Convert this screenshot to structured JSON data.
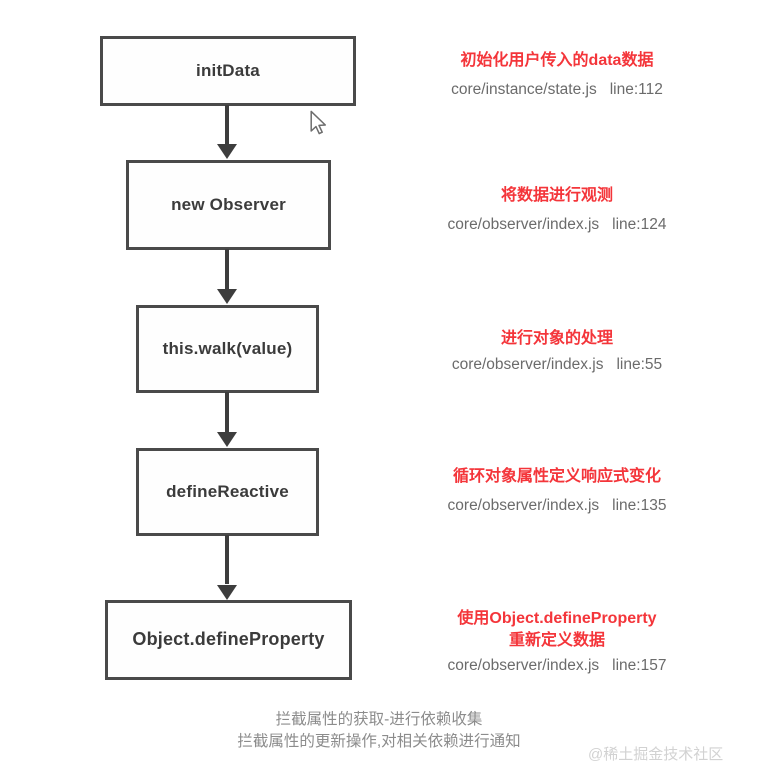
{
  "diagram": {
    "nodes": [
      {
        "id": "init-data",
        "label": "initData"
      },
      {
        "id": "new-observer",
        "label": "new Observer"
      },
      {
        "id": "this-walk-value",
        "label": "this.walk(value)"
      },
      {
        "id": "define-reactive",
        "label": "defineReactive"
      },
      {
        "id": "object-defineproperty",
        "label": "Object.defineProperty"
      }
    ],
    "annotations": [
      {
        "title": "初始化用户传入的data数据",
        "title2": "",
        "file": "core/instance/state.js",
        "line": "line:112"
      },
      {
        "title": "将数据进行观测",
        "title2": "",
        "file": "core/observer/index.js",
        "line": "line:124"
      },
      {
        "title": "进行对象的处理",
        "title2": "",
        "file": "core/observer/index.js",
        "line": "line:55"
      },
      {
        "title": "循环对象属性定义响应式变化",
        "title2": "",
        "file": "core/observer/index.js",
        "line": "line:135"
      },
      {
        "title": "使用Object.defineProperty",
        "title2": "重新定义数据",
        "file": "core/observer/index.js",
        "line": "line:157"
      }
    ],
    "caption": {
      "line1": "拦截属性的获取-进行依赖收集",
      "line2": "拦截属性的更新操作,对相关依赖进行通知"
    },
    "watermark": "@稀土掘金技术社区",
    "colors": {
      "node_border": "#4a4a4a",
      "node_text": "#3b3b3b",
      "annotation_title": "#f4353a",
      "annotation_sub": "#6b6b6b",
      "caption": "#8c8c8c",
      "watermark": "#d2d2d2",
      "background": "#ffffff"
    }
  }
}
